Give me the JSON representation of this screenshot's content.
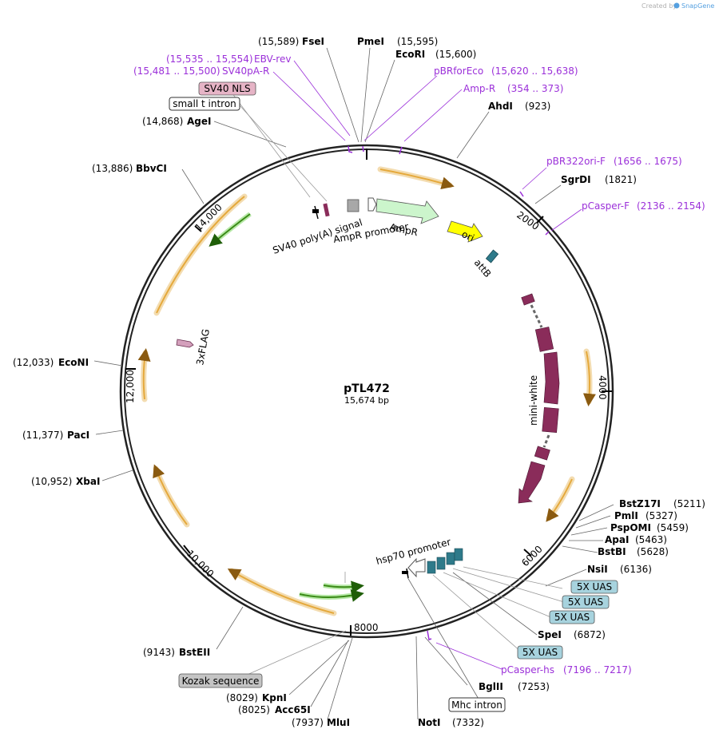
{
  "credit": {
    "prefix": "Created by",
    "brand": "SnapGene"
  },
  "plasmid": {
    "name": "pTL472",
    "length": "15,674 bp"
  },
  "ticks": [
    "2000",
    "4000",
    "6000",
    "8000",
    "10,000",
    "12,000",
    "14,000"
  ],
  "features": {
    "sv40_polya": "SV40 poly(A) signal",
    "ampr_promoter": "AmpR promoter",
    "ampr": "AmpR",
    "ori": "ori",
    "attb": "attB",
    "mini_white": "mini-white",
    "hsp70": "hsp70 promoter",
    "flag": "3xFLAG"
  },
  "sites": {
    "fsei": {
      "name": "FseI",
      "pos": "(15,589)"
    },
    "pmei": {
      "name": "PmeI",
      "pos": "(15,595)"
    },
    "ecori": {
      "name": "EcoRI",
      "pos": "(15,600)"
    },
    "ahdi": {
      "name": "AhdI",
      "pos": "(923)"
    },
    "sgrdi": {
      "name": "SgrDI",
      "pos": "(1821)"
    },
    "agei": {
      "name": "AgeI",
      "pos": "(14,868)"
    },
    "bbvci": {
      "name": "BbvCI",
      "pos": "(13,886)"
    },
    "econi": {
      "name": "EcoNI",
      "pos": "(12,033)"
    },
    "paci": {
      "name": "PacI",
      "pos": "(11,377)"
    },
    "xbai": {
      "name": "XbaI",
      "pos": "(10,952)"
    },
    "bstz17i": {
      "name": "BstZ17I",
      "pos": "(5211)"
    },
    "pmli": {
      "name": "PmlI",
      "pos": "(5327)"
    },
    "pspomi": {
      "name": "PspOMI",
      "pos": "(5459)"
    },
    "apai": {
      "name": "ApaI",
      "pos": "(5463)"
    },
    "bstbi": {
      "name": "BstBI",
      "pos": "(5628)"
    },
    "nsii": {
      "name": "NsiI",
      "pos": "(6136)"
    },
    "spei": {
      "name": "SpeI",
      "pos": "(6872)"
    },
    "bglii": {
      "name": "BglII",
      "pos": "(7253)"
    },
    "noti": {
      "name": "NotI",
      "pos": "(7332)"
    },
    "mlui": {
      "name": "MluI",
      "pos": "(7937)"
    },
    "acc65i": {
      "name": "Acc65I",
      "pos": "(8025)"
    },
    "kpni": {
      "name": "KpnI",
      "pos": "(8029)"
    },
    "bsteii": {
      "name": "BstEII",
      "pos": "(9143)"
    }
  },
  "primers": {
    "ebv_rev": {
      "name": "EBV-rev",
      "pos": "(15,535 .. 15,554)"
    },
    "sv40pa_r": {
      "name": "SV40pA-R",
      "pos": "(15,481 .. 15,500)"
    },
    "pbrforeco": {
      "name": "pBRforEco",
      "pos": "(15,620 .. 15,638)"
    },
    "amp_r": {
      "name": "Amp-R",
      "pos": "(354 .. 373)"
    },
    "pbr322ori_f": {
      "name": "pBR322ori-F",
      "pos": "(1656 .. 1675)"
    },
    "pcasper_f": {
      "name": "pCasper-F",
      "pos": "(2136 .. 2154)"
    },
    "pcasper_hs": {
      "name": "pCasper-hs",
      "pos": "(7196 .. 7217)"
    }
  },
  "boxes": {
    "sv40_nls": "SV40 NLS",
    "small_t_intron": "small t intron",
    "uas1": "5X UAS",
    "uas2": "5X UAS",
    "uas3": "5X UAS",
    "uas4": "5X UAS",
    "kozak": "Kozak sequence",
    "mhc_intron": "Mhc intron"
  },
  "colors": {
    "backbone": "#222222",
    "orf": "#e5a93c",
    "orf_glow": "#f3dcb0",
    "green_orf": "#3a8a16",
    "ampr": "#ccf5cc",
    "ori": "#ffff00",
    "attb": "#2e7a8a",
    "mini_white": "#8a2c5a",
    "primer": "#9b30d9",
    "uas": "#a7d3de",
    "nls": "#e6b4c6",
    "kozak": "#c4c4c4"
  }
}
